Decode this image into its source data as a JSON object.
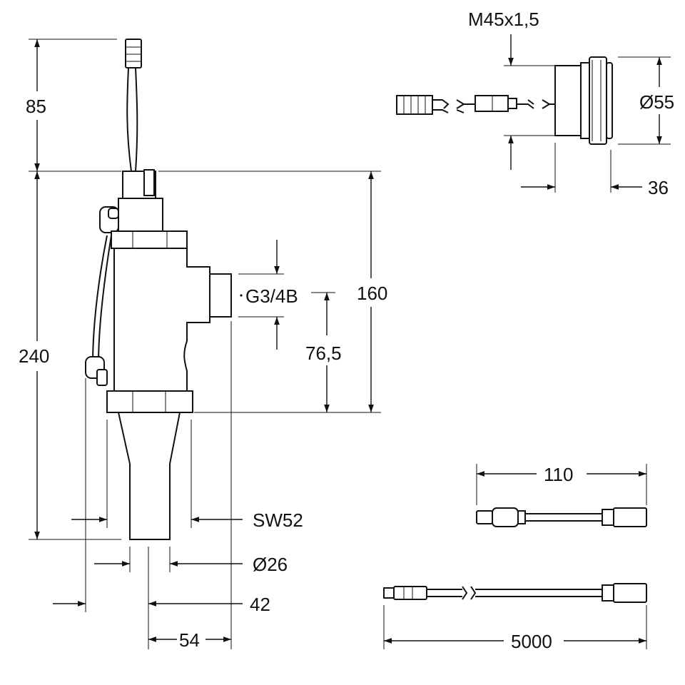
{
  "diagram": {
    "labels": {
      "height_top": "85",
      "height_total": "240",
      "height_body": "160",
      "outlet_offset": "76,5",
      "inlet_thread": "G3/4B",
      "wrench_size": "SW52",
      "pipe_diameter": "Ø26",
      "body_width": "42",
      "inlet_width": "54",
      "thread_button": "M45x1,5",
      "button_diameter": "Ø55",
      "button_depth": "36",
      "cable_short": "110",
      "cable_long": "5000"
    },
    "colors": {
      "line": "#111111",
      "background": "#ffffff"
    }
  }
}
